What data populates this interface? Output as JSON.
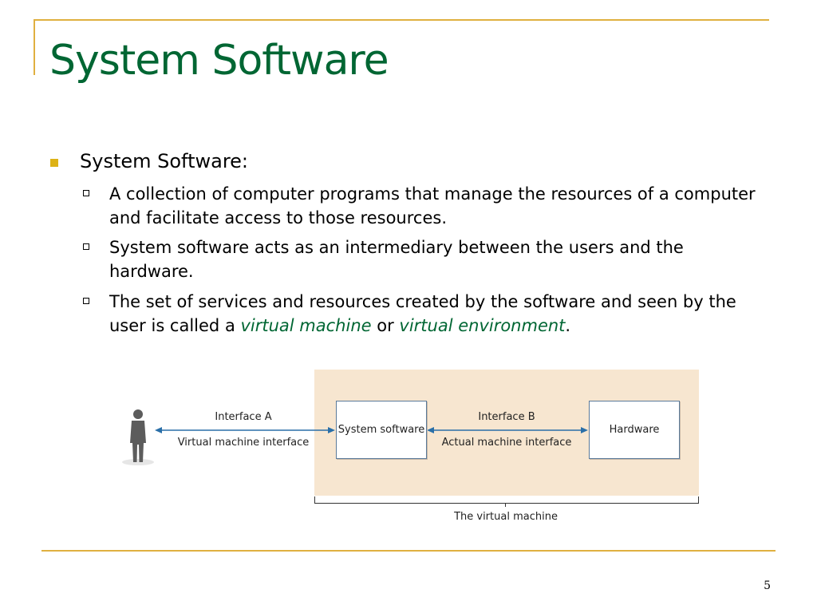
{
  "slide": {
    "title": "System Software",
    "page_number": "5"
  },
  "content": {
    "heading": "System Software:",
    "points": [
      {
        "text": "A collection of computer programs that manage the resources of a computer and facilitate access to those resources."
      },
      {
        "text": "System software acts as an intermediary between the users and the hardware."
      },
      {
        "text_before": "The set of services and resources created by the software and seen by the user is called a ",
        "emphasis_1": "virtual machine",
        "text_between": " or ",
        "emphasis_2": "virtual environment",
        "text_after": "."
      }
    ]
  },
  "diagram": {
    "interface_a": "Interface A",
    "interface_a_sub": "Virtual machine interface",
    "system_software": "System software",
    "interface_b": "Interface B",
    "interface_b_sub": "Actual machine interface",
    "hardware": "Hardware",
    "bracket_label": "The virtual machine",
    "icons": [
      "person-icon"
    ],
    "colors": {
      "vm_background": "#f7e6d0",
      "arrow": "#2a6fa8"
    }
  }
}
